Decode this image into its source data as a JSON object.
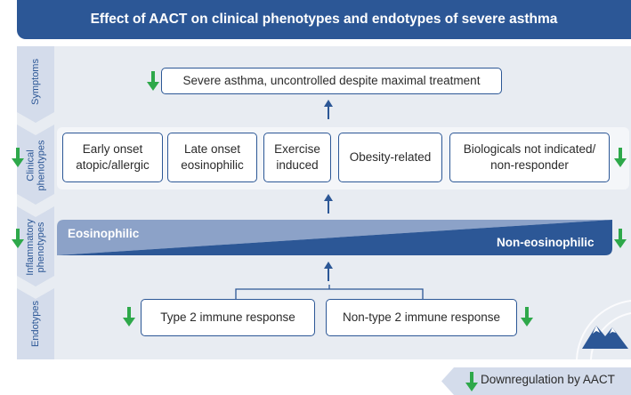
{
  "title": "Effect of AACT on clinical phenotypes and endotypes of severe asthma",
  "rows": {
    "symptoms": "Symptoms",
    "clinical": "Clinical phenotypes",
    "inflammatory": "Inflammatory phenotypes",
    "endotypes": "Endotypes"
  },
  "symptoms_box": "Severe asthma, uncontrolled despite maximal treatment",
  "clinical_phenotypes": [
    "Early onset atopic/allergic",
    "Late onset eosinophilic",
    "Exercise induced",
    "Obesity-related",
    "Biologicals not indicated/ non-responder"
  ],
  "inflammatory": {
    "left": "Eosinophilic",
    "right": "Non-eosinophilic"
  },
  "endotypes": [
    "Type 2 immune response",
    "Non-type 2 immune response"
  ],
  "legend": "Downregulation by AACT",
  "colors": {
    "navy": "#2c5796",
    "green": "#2ea84a",
    "panel": "#e8ecf2",
    "chevron": "#d4dceb"
  }
}
